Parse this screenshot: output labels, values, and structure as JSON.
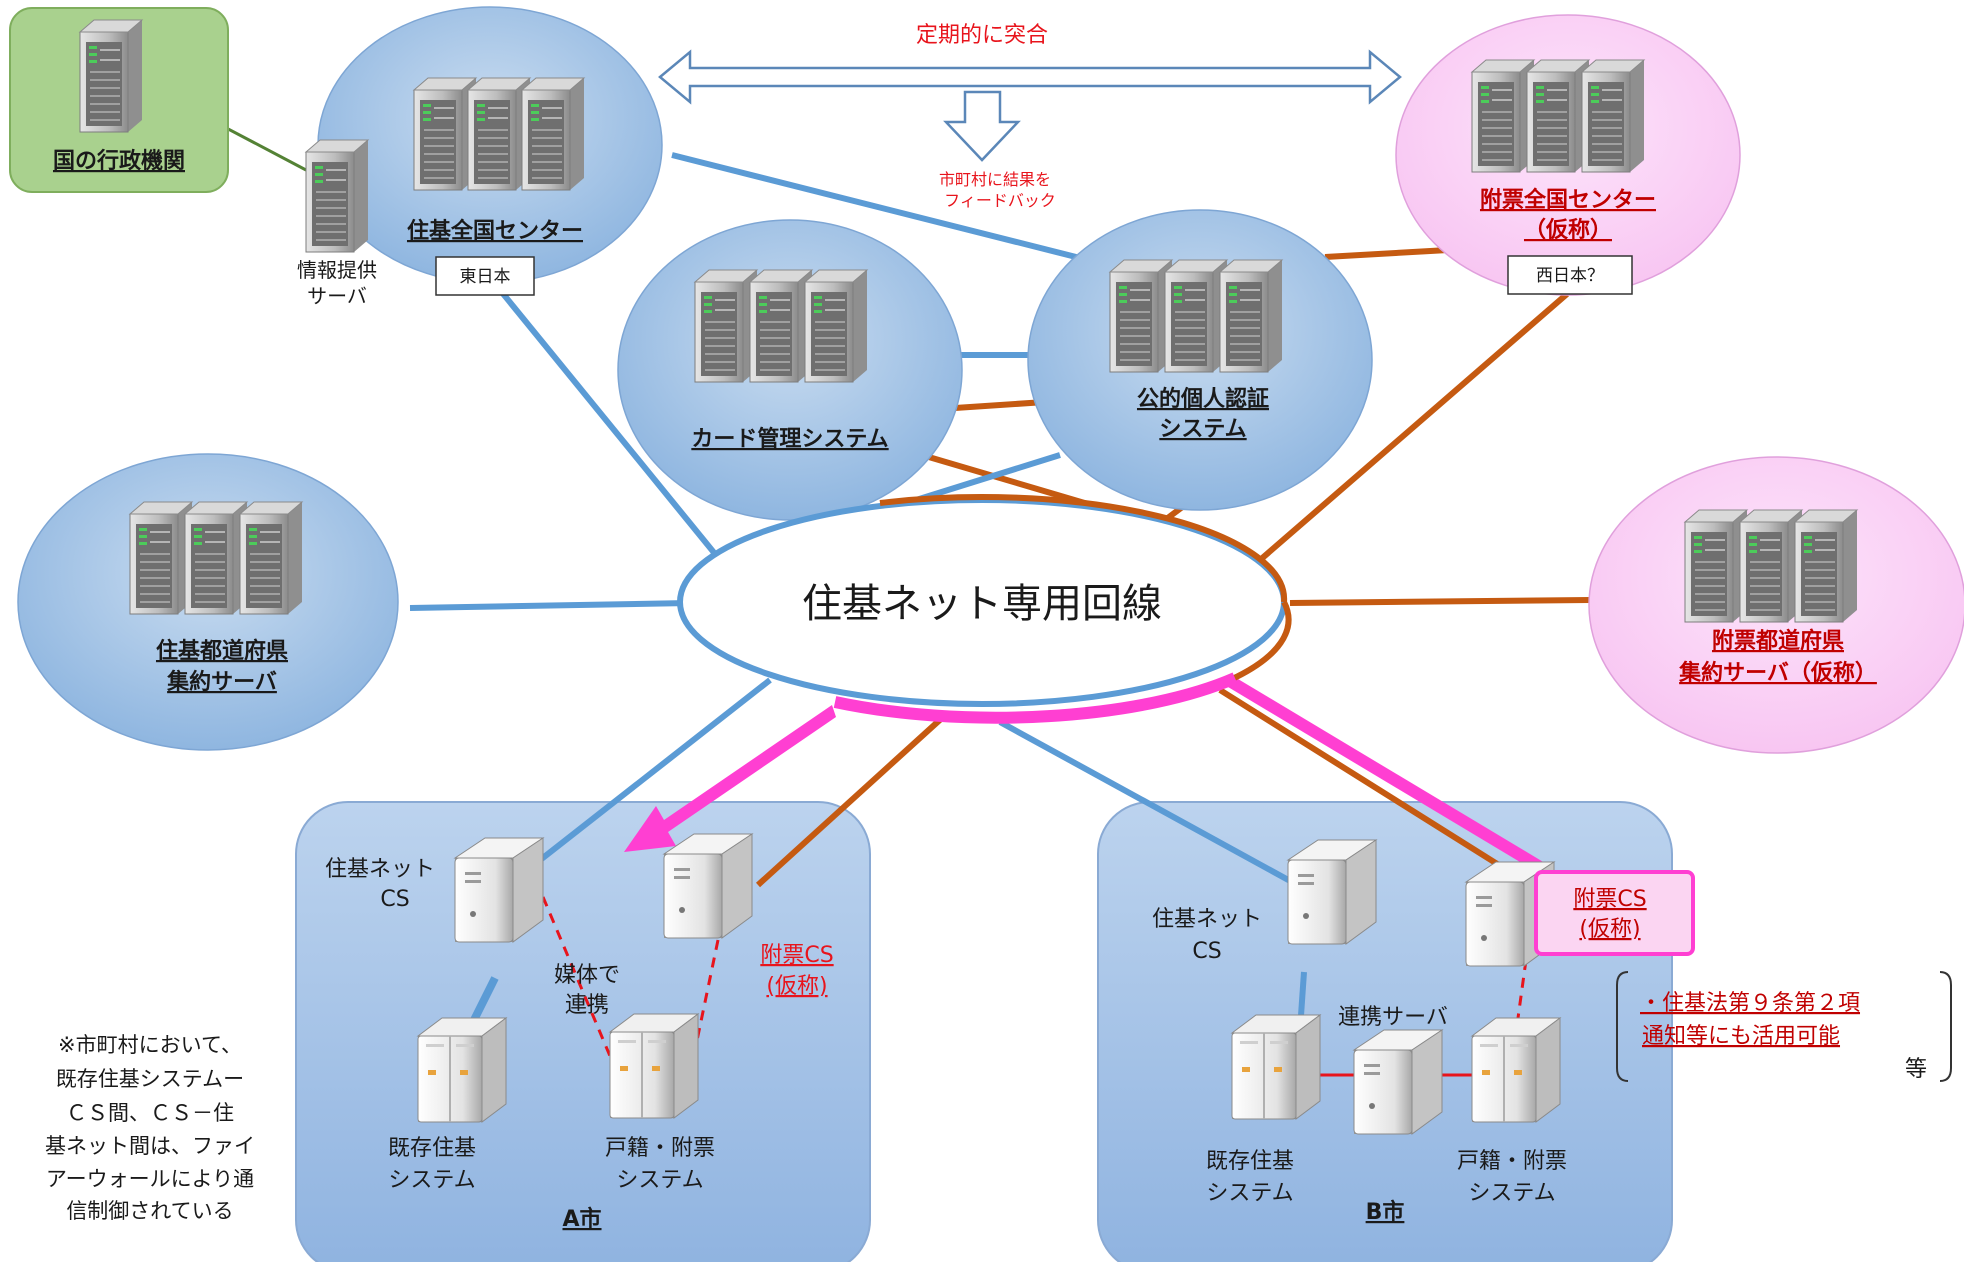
{
  "title_label": "定期的に突合",
  "feedback_label": [
    "市町村に結果を",
    "フィードバック"
  ],
  "kuni_label": "国の行政機関",
  "center": {
    "name": "住基全国センター",
    "region": "東日本",
    "info_server": [
      "情報提供",
      "サーバ"
    ]
  },
  "fuhyo_center": {
    "name": [
      "附票全国センター",
      "（仮称）"
    ],
    "region": "西日本？"
  },
  "card_system": "カード管理システム",
  "jpki": [
    "公的個人認証",
    "システム"
  ],
  "pref_server": [
    "住基都道府県",
    "集約サーバ"
  ],
  "fuhyo_pref": [
    "附票都道府県",
    "集約サーバ（仮称）"
  ],
  "network": "住基ネット専用回線",
  "city_a": {
    "name": "A市",
    "cs": [
      "住基ネット",
      "CS"
    ],
    "fuhyo_cs": [
      "附票CS",
      "(仮称)"
    ],
    "media": [
      "媒体で",
      "連携"
    ],
    "kizon": [
      "既存住基",
      "システム"
    ],
    "koseki": [
      "戸籍・附票",
      "システム"
    ]
  },
  "city_b": {
    "name": "B市",
    "cs": [
      "住基ネット",
      "CS"
    ],
    "fuhyo_cs": [
      "附票CS",
      "(仮称)"
    ],
    "renkei": "連携サーバ",
    "kizon": [
      "既存住基",
      "システム"
    ],
    "koseki": [
      "戸籍・附票",
      "システム"
    ]
  },
  "note_right": [
    "・住基法第９条第２項",
    "通知等にも活用可能",
    "等"
  ],
  "note_left": [
    "※市町村において、",
    "既存住基システムー",
    "ＣＳ間、ＣＳ－住",
    "基ネット間は、ファイ",
    "アーウォールにより通",
    "信制御されている"
  ],
  "colors": {
    "blue_line": "#5b9bd5",
    "orange_line": "#c55a11",
    "magenta": "#ff3fd2",
    "red_text": "#e8141c",
    "dark_red_text": "#c00000",
    "green_box": "#a9d18e"
  }
}
